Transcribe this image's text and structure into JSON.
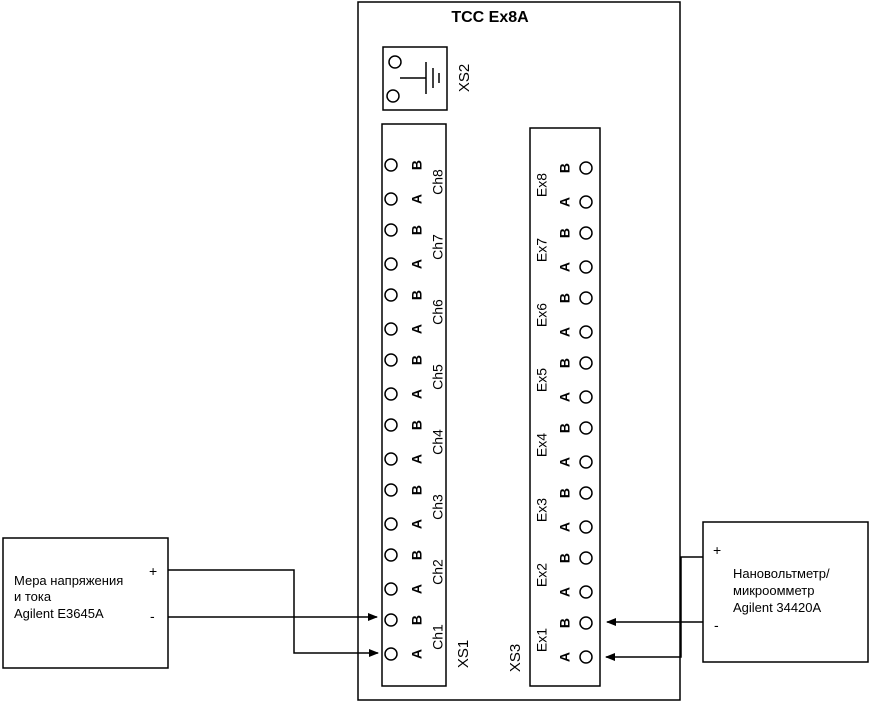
{
  "unit": {
    "title": "ТСС Ех8А",
    "ground_label": "XS2",
    "left_connector_label": "XS1",
    "right_connector_label": "XS3",
    "left_channels": [
      "Ch1",
      "Ch2",
      "Ch3",
      "Ch4",
      "Ch5",
      "Ch6",
      "Ch7",
      "Ch8"
    ],
    "right_channels": [
      "Ex1",
      "Ex2",
      "Ex3",
      "Ex4",
      "Ex5",
      "Ex6",
      "Ex7",
      "Ex8"
    ],
    "pin_a": "A",
    "pin_b": "B"
  },
  "source_device": {
    "line1": "Мера напряжения",
    "line2": "и тока",
    "line3": "Agilent E3645A",
    "plus": "+",
    "minus": "-"
  },
  "meter_device": {
    "line1": "Нановольтметр/",
    "line2": "микроомметр",
    "line3": "Agilent 34420A",
    "plus": "+",
    "minus": "-"
  },
  "colors": {
    "line": "#000000",
    "background": "#ffffff"
  }
}
